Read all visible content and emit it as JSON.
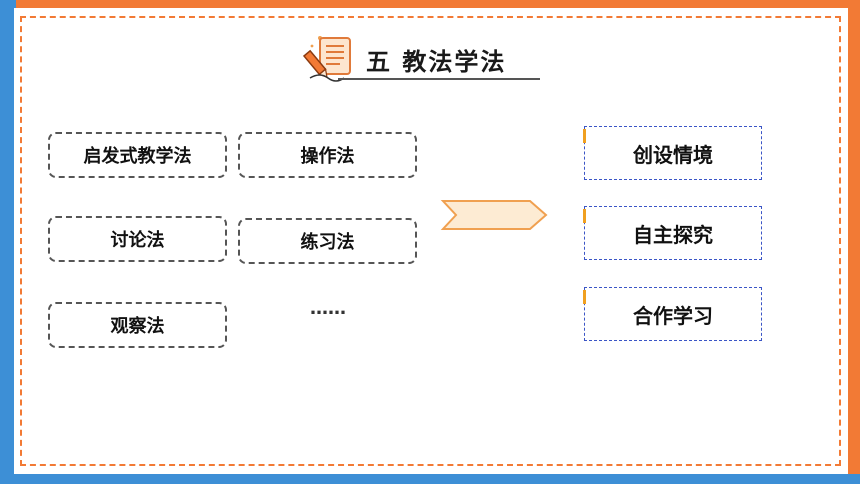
{
  "title": "五  教法学法",
  "teaching_methods": [
    "启发式教学法",
    "操作法",
    "讨论法",
    "练习法",
    "观察法"
  ],
  "ellipsis": "……",
  "learning_methods": [
    "创设情境",
    "自主探究",
    "合作学习"
  ],
  "colors": {
    "frame_orange": "#f27a35",
    "frame_blue": "#3d8fd6",
    "learn_border": "#3b55c6",
    "arrow_fill": "#fdebd3",
    "arrow_stroke": "#f0a050"
  }
}
